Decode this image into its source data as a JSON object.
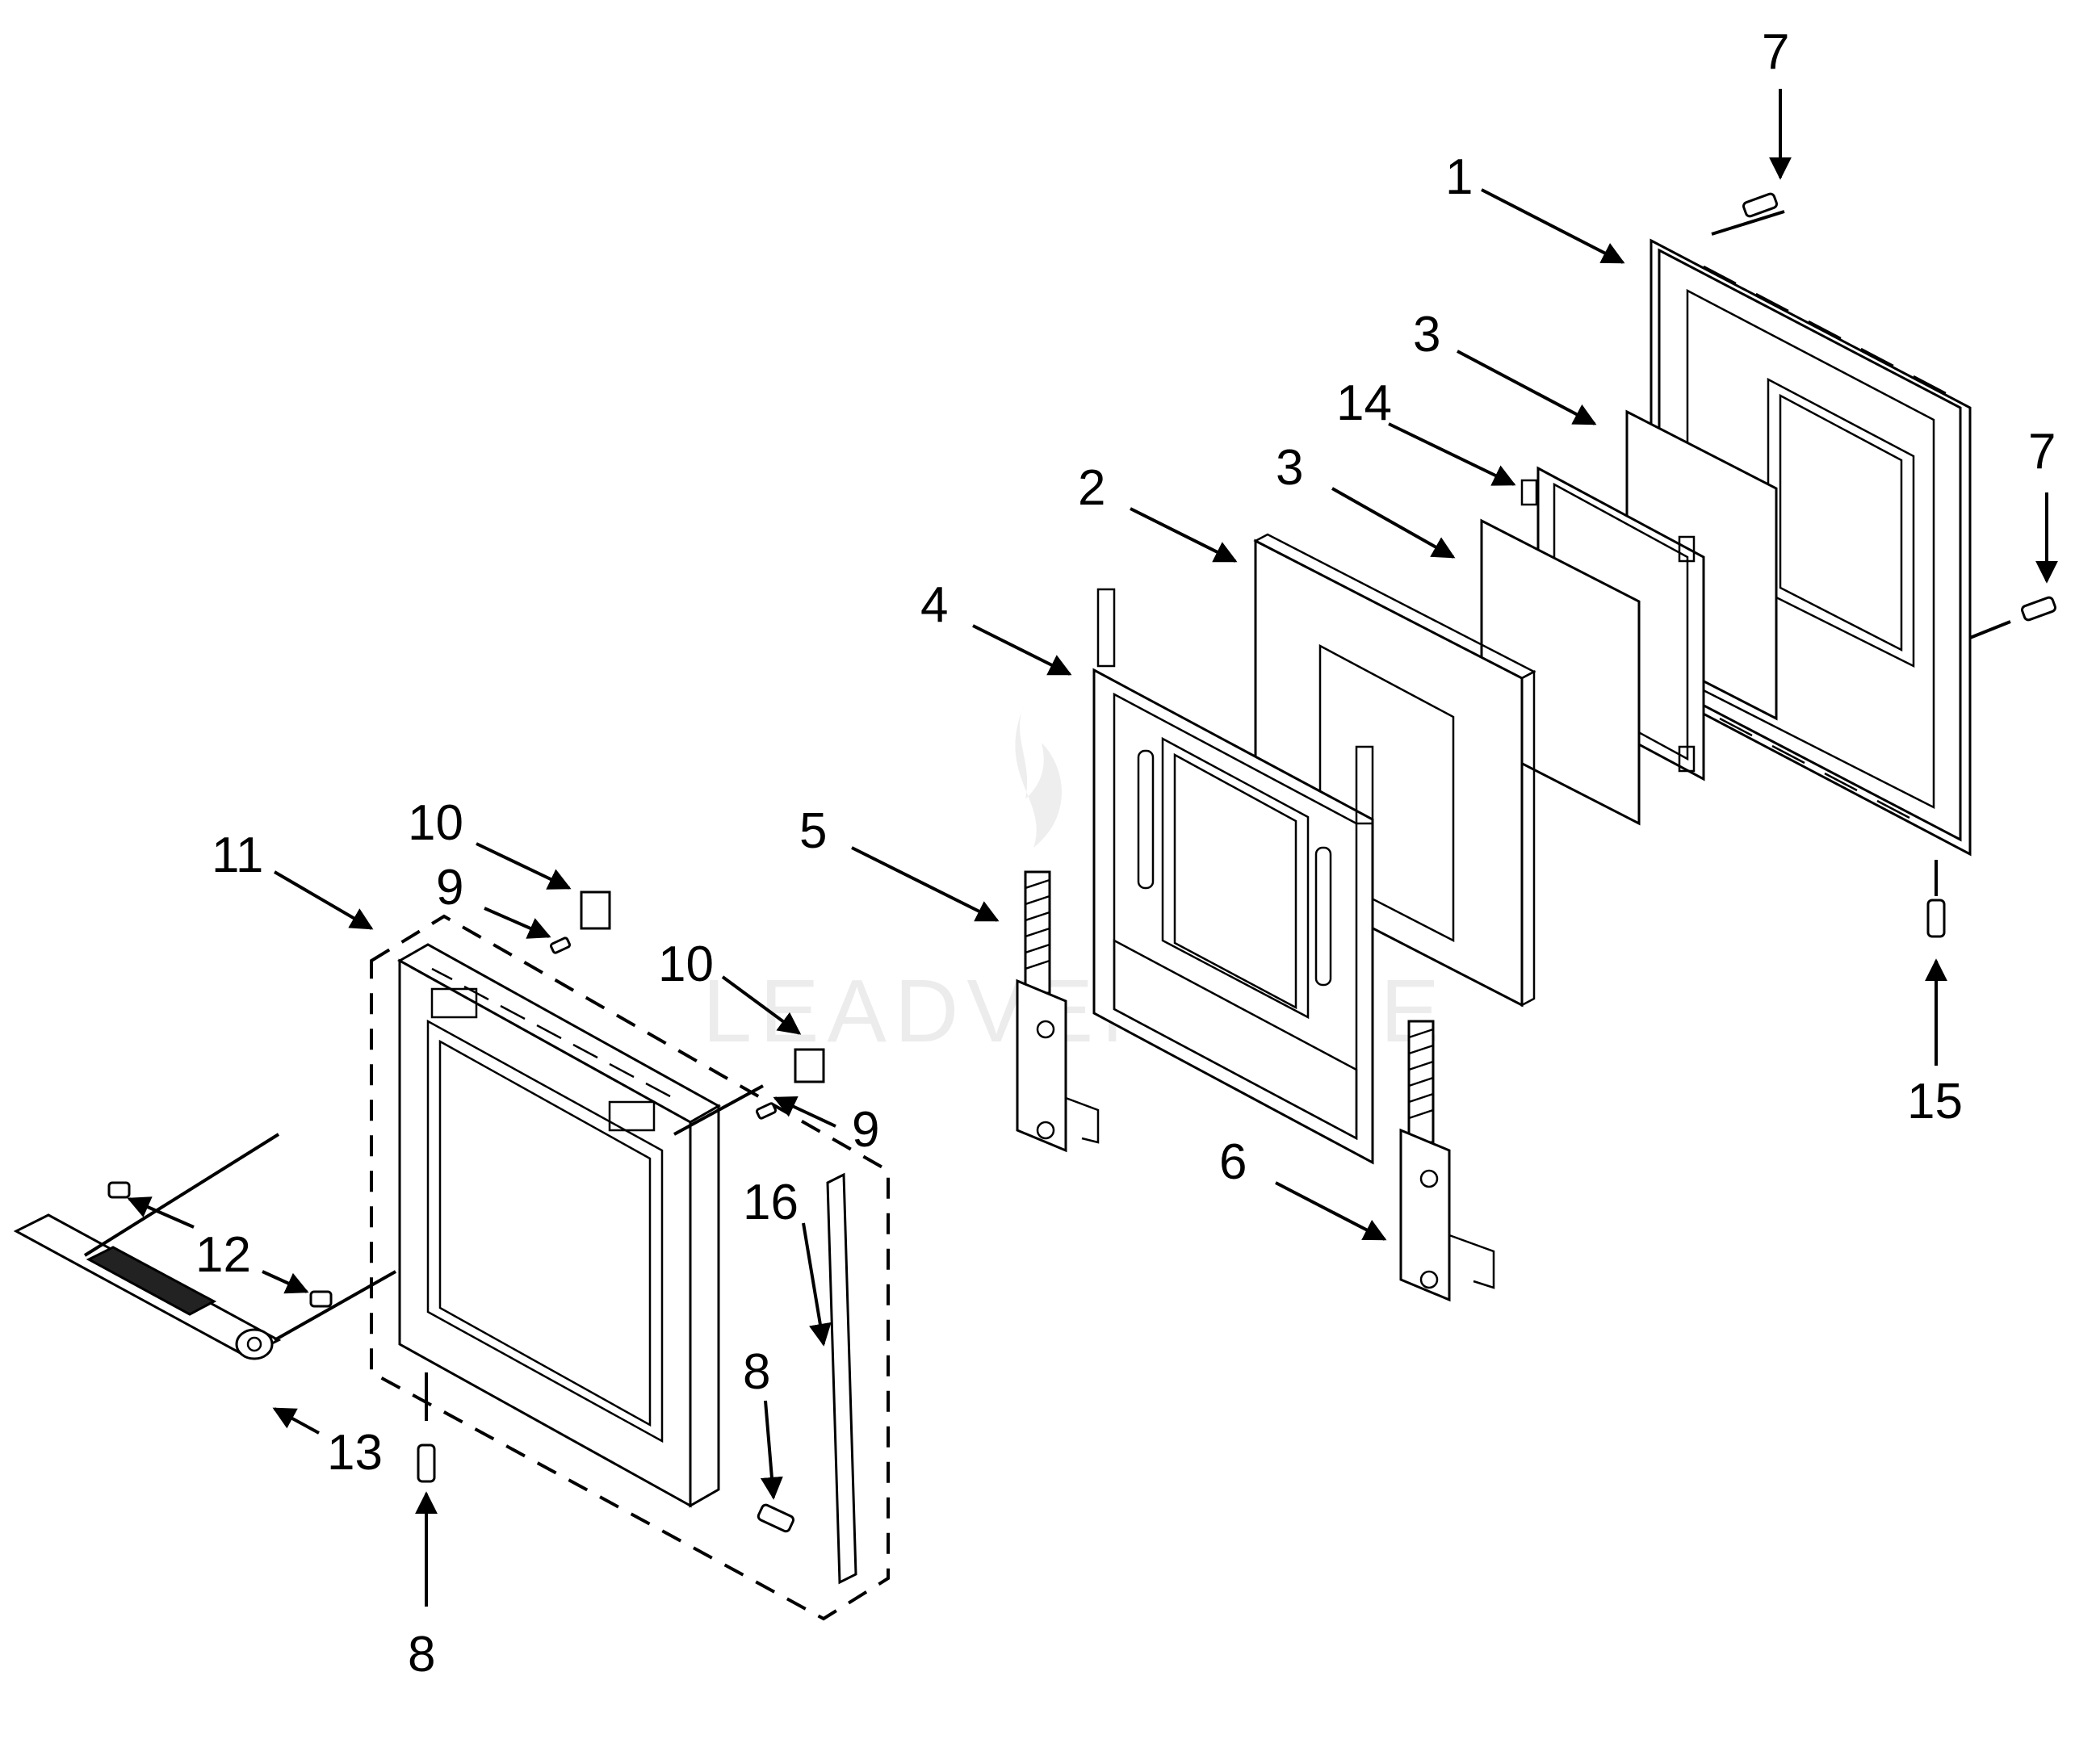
{
  "watermark": "LEADVENTURE",
  "callouts": {
    "c1": "1",
    "c2": "2",
    "c3a": "3",
    "c3b": "3",
    "c4": "4",
    "c5": "5",
    "c6": "6",
    "c7a": "7",
    "c7b": "7",
    "c8a": "8",
    "c8b": "8",
    "c9a": "9",
    "c9b": "9",
    "c10a": "10",
    "c10b": "10",
    "c11": "11",
    "c12": "12",
    "c13": "13",
    "c14": "14",
    "c15": "15",
    "c16": "16"
  }
}
